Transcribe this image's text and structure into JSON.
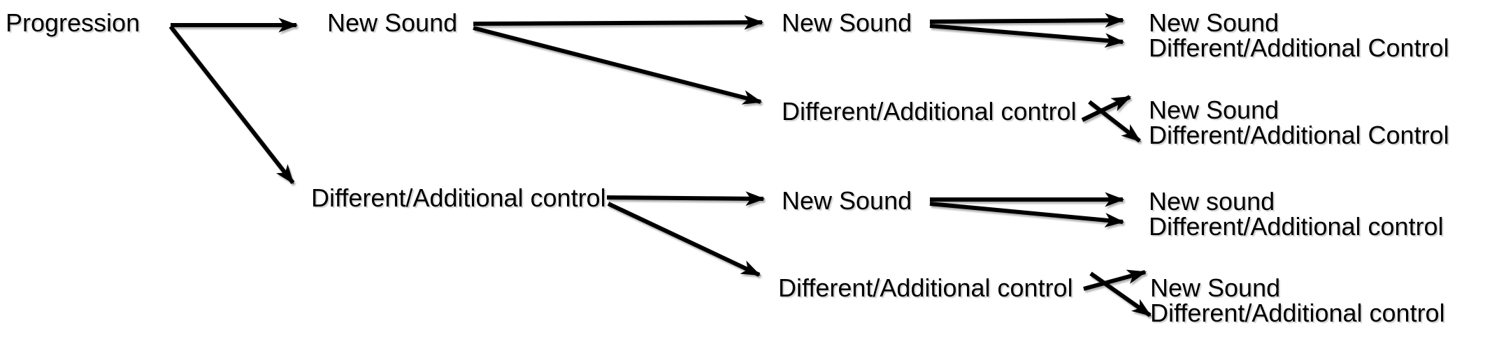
{
  "colors": {
    "background": "#ffffff",
    "text": "#000000",
    "arrow": "#000000"
  },
  "tree": {
    "label": "Progression",
    "children": [
      {
        "label": "New Sound",
        "children": [
          {
            "label": "New Sound",
            "children": [
              {
                "label": "New Sound"
              },
              {
                "label": "Different/Additional Control"
              }
            ]
          },
          {
            "label": "Different/Additional control",
            "children": [
              {
                "label": "New Sound"
              },
              {
                "label": "Different/Additional Control"
              }
            ]
          }
        ]
      },
      {
        "label": "Different/Additional control",
        "children": [
          {
            "label": "New Sound",
            "children": [
              {
                "label": "New sound"
              },
              {
                "label": "Different/Additional control"
              }
            ]
          },
          {
            "label": "Different/Additional control",
            "children": [
              {
                "label": "New Sound"
              },
              {
                "label": "Different/Additional control"
              }
            ]
          }
        ]
      }
    ]
  }
}
